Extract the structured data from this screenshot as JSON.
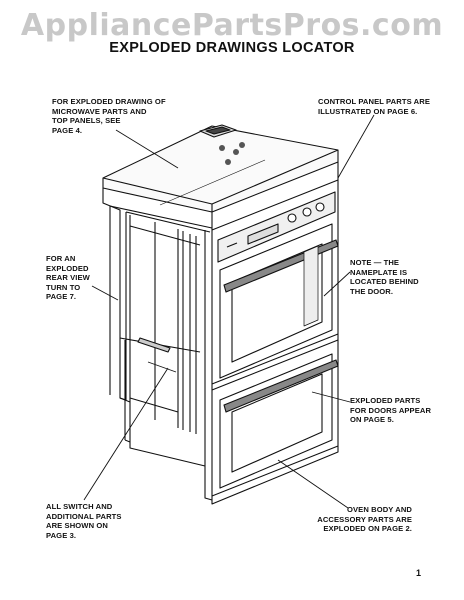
{
  "watermark": "AppliancePartsPros.com",
  "title": "EXPLODED DRAWINGS LOCATOR",
  "callouts": {
    "microwave": "FOR EXPLODED DRAWING OF\nMICROWAVE PARTS AND\nTOP PANELS, SEE\nPAGE 4.",
    "control_panel": "CONTROL PANEL PARTS ARE\nILLUSTRATED ON PAGE 6.",
    "rear_view": "FOR AN\nEXPLODED\nREAR VIEW\nTURN TO\nPAGE 7.",
    "nameplate": "NOTE — THE\nNAMEPLATE IS\nLOCATED BEHIND\nTHE DOOR.",
    "doors": "EXPLODED PARTS\nFOR DOORS APPEAR\nON PAGE 5.",
    "switch": "ALL SWITCH AND\nADDITIONAL PARTS\nARE SHOWN ON\nPAGE 3.",
    "oven_body": "OVEN BODY AND\nACCESSORY PARTS ARE\nEXPLODED ON PAGE 2."
  },
  "page_number": "1"
}
